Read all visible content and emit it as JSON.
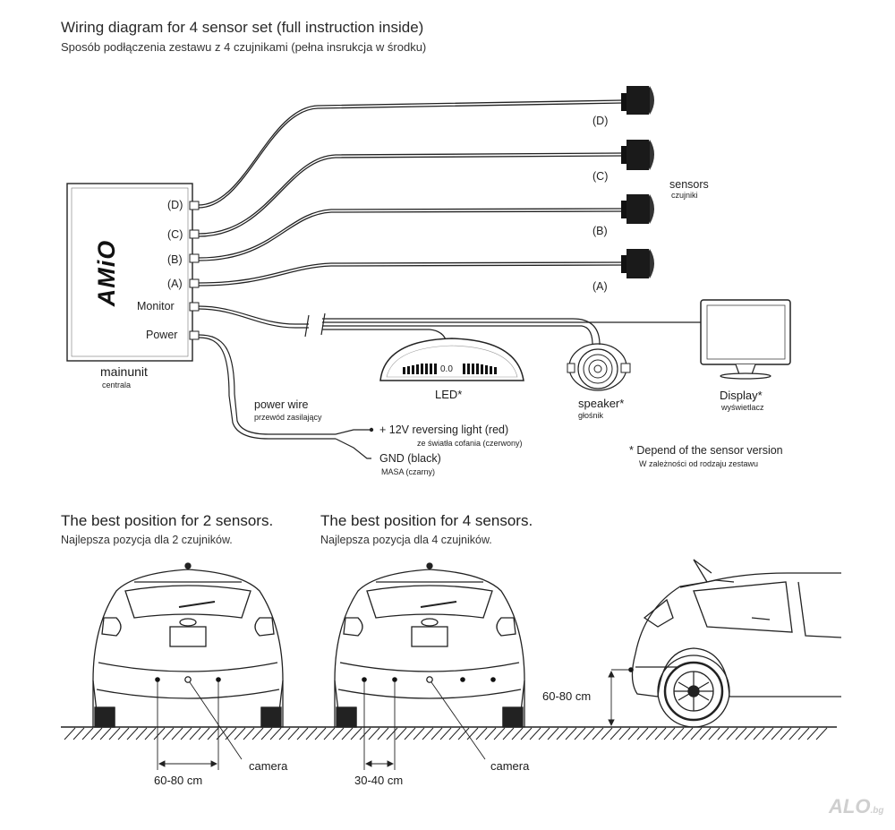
{
  "header": {
    "title": "Wiring diagram for 4 sensor set (full instruction inside)",
    "subtitle": "Sposób podłączenia zestawu z 4 czujnikami (pełna insrukcja w środku)"
  },
  "mainunit": {
    "brand": "AMiO",
    "ports": [
      "(D)",
      "(C)",
      "(B)",
      "(A)",
      "Monitor",
      "Power"
    ],
    "label": "mainunit",
    "label_pl": "centrala"
  },
  "sensors": {
    "labels": [
      "(D)",
      "(C)",
      "(B)",
      "(A)"
    ],
    "title": "sensors",
    "title_pl": "czujniki"
  },
  "led": {
    "value": "0.0",
    "label": "LED*"
  },
  "speaker": {
    "label": "speaker*",
    "label_pl": "głośnik"
  },
  "display": {
    "label": "Display*",
    "label_pl": "wyświetlacz"
  },
  "power": {
    "title": "power wire",
    "title_pl": "przewód zasilający",
    "plus": "+ 12V reversing light (red)",
    "plus_pl": "ze światła cofania (czerwony)",
    "gnd": "GND (black)",
    "gnd_pl": "MASA (czarny)"
  },
  "note": {
    "text": "* Depend of the sensor version",
    "text_pl": "W zależności od rodzaju zestawu"
  },
  "positions": {
    "two": {
      "title": "The best position for 2 sensors.",
      "title_pl": "Najlepsza pozycja dla 2 czujników.",
      "distance": "60-80 cm",
      "camera": "camera"
    },
    "four": {
      "title": "The best position for 4 sensors.",
      "title_pl": "Najlepsza pozycja dla 4 czujników.",
      "distance": "30-40 cm",
      "camera": "camera"
    },
    "height": "60-80 cm"
  },
  "watermark": {
    "main": "ALO",
    "sub": ".bg"
  }
}
